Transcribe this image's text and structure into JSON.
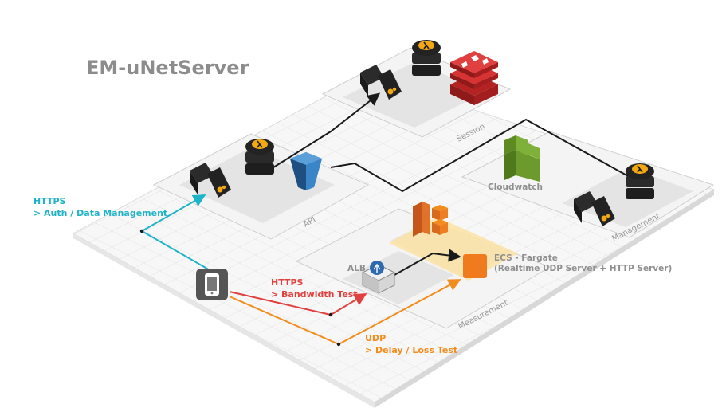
{
  "title": "EM-uNetServer",
  "zones": {
    "api": "API",
    "session": "Session",
    "management": "Management",
    "measurement": "Measurement"
  },
  "services": {
    "cloudwatch": "Cloudwatch",
    "alb": "ALB",
    "ecs_line1": "ECS - Fargate",
    "ecs_line2": "(Realtime UDP Server + HTTP Server)"
  },
  "connections": {
    "https_auth_line1": "HTTPS",
    "https_auth_line2": "> Auth / Data Management",
    "https_bw_line1": "HTTPS",
    "https_bw_line2": "> Bandwidth Test",
    "udp_line1": "UDP",
    "udp_line2": "> Delay / Loss Test"
  },
  "colors": {
    "teal": "#1fb3c8",
    "red": "#e0413e",
    "orange": "#f28c1c",
    "black": "#1a1a1a",
    "cloudwatch_green": "#6c9a2c",
    "elasticache_red": "#cc2b2b",
    "s3_blue": "#2a6aa8",
    "fargate_highlight": "#fbe3a6"
  },
  "icons": {
    "client": "smartphone-icon",
    "lambda": "lambda-server-stack-icon",
    "gateway": "api-gateway-icon",
    "cache": "elasticache-icon",
    "storage": "s3-bucket-icon",
    "monitoring": "cloudwatch-icon",
    "balancer": "load-balancer-icon",
    "container_registry": "ecs-icon",
    "container": "fargate-task-icon"
  }
}
